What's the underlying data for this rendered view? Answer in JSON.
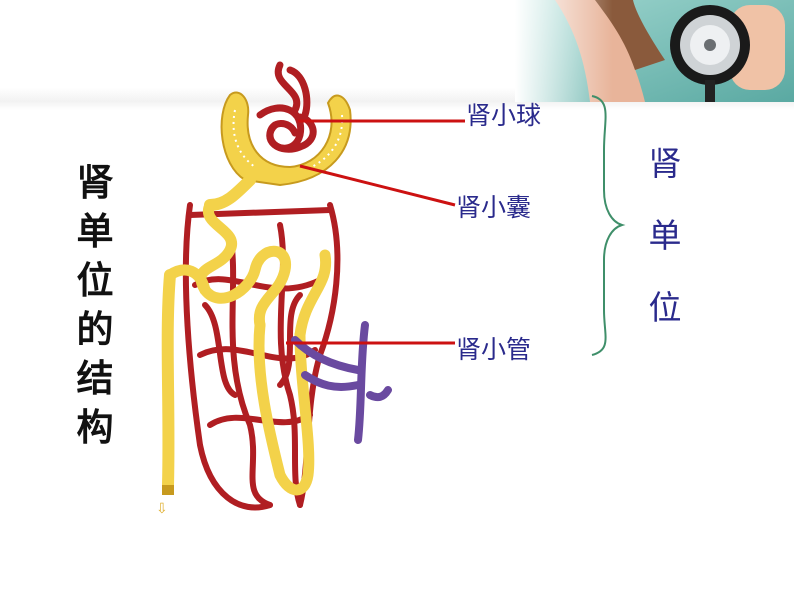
{
  "slide": {
    "vertical_title": [
      "肾",
      "单",
      "位",
      "的",
      "结",
      "构"
    ],
    "labels": {
      "glomerulus": "肾小球",
      "capsule": "肾小囊",
      "tubule": "肾小管"
    },
    "group_label": [
      "肾",
      "单",
      "位"
    ]
  },
  "colors": {
    "label_text": "#2a2a8c",
    "leader_line": "#cc1111",
    "brace": "#3f8f6a",
    "artery_red": "#b01e22",
    "tubule_yellow": "#f3d24a",
    "vein_purple": "#6a4aa0"
  },
  "icons": {
    "header_photo": "stethoscope-photo"
  }
}
